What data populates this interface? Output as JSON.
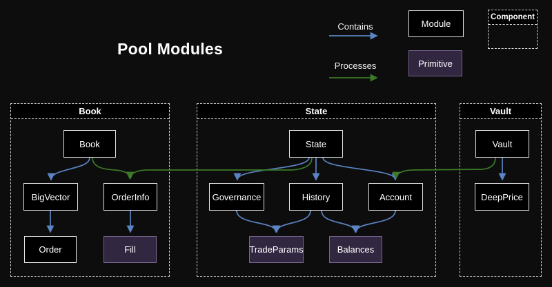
{
  "title": "Pool Modules",
  "legend": {
    "contains": {
      "label": "Contains",
      "color": "#5b84c4"
    },
    "processes": {
      "label": "Processes",
      "color": "#3d7a28"
    },
    "module": {
      "label": "Module"
    },
    "primitive": {
      "label": "Primitive"
    },
    "component": {
      "label": "Component"
    }
  },
  "containers": {
    "book": {
      "label": "Book"
    },
    "state": {
      "label": "State"
    },
    "vault": {
      "label": "Vault"
    }
  },
  "nodes": {
    "book": {
      "label": "Book",
      "type": "module"
    },
    "bigvector": {
      "label": "BigVector",
      "type": "module"
    },
    "orderinfo": {
      "label": "OrderInfo",
      "type": "module"
    },
    "order": {
      "label": "Order",
      "type": "module"
    },
    "fill": {
      "label": "Fill",
      "type": "primitive"
    },
    "state": {
      "label": "State",
      "type": "module"
    },
    "governance": {
      "label": "Governance",
      "type": "module"
    },
    "history": {
      "label": "History",
      "type": "module"
    },
    "account": {
      "label": "Account",
      "type": "module"
    },
    "tradeparams": {
      "label": "TradeParams",
      "type": "primitive"
    },
    "balances": {
      "label": "Balances",
      "type": "primitive"
    },
    "vault": {
      "label": "Vault",
      "type": "module"
    },
    "deepprice": {
      "label": "DeepPrice",
      "type": "module"
    }
  },
  "edges": [
    {
      "from": "Book",
      "to": "BigVector",
      "type": "contains"
    },
    {
      "from": "Book",
      "to": "OrderInfo",
      "type": "processes"
    },
    {
      "from": "BigVector",
      "to": "Order",
      "type": "contains"
    },
    {
      "from": "OrderInfo",
      "to": "Fill",
      "type": "contains"
    },
    {
      "from": "State",
      "to": "Governance",
      "type": "contains"
    },
    {
      "from": "State",
      "to": "History",
      "type": "contains"
    },
    {
      "from": "State",
      "to": "Account",
      "type": "contains"
    },
    {
      "from": "State",
      "to": "OrderInfo",
      "type": "processes"
    },
    {
      "from": "Governance",
      "to": "TradeParams",
      "type": "contains"
    },
    {
      "from": "History",
      "to": "TradeParams",
      "type": "contains"
    },
    {
      "from": "History",
      "to": "Balances",
      "type": "contains"
    },
    {
      "from": "Account",
      "to": "Balances",
      "type": "contains"
    },
    {
      "from": "Vault",
      "to": "DeepPrice",
      "type": "contains"
    },
    {
      "from": "Vault",
      "to": "Account",
      "type": "processes"
    }
  ],
  "colors": {
    "background": "#0d0d0e",
    "module_fill": "#000000",
    "module_border": "#e4e4e4",
    "primitive_fill": "#322741",
    "primitive_border": "#75648c",
    "container_border": "#cfcfcf",
    "text": "#ffffff"
  }
}
